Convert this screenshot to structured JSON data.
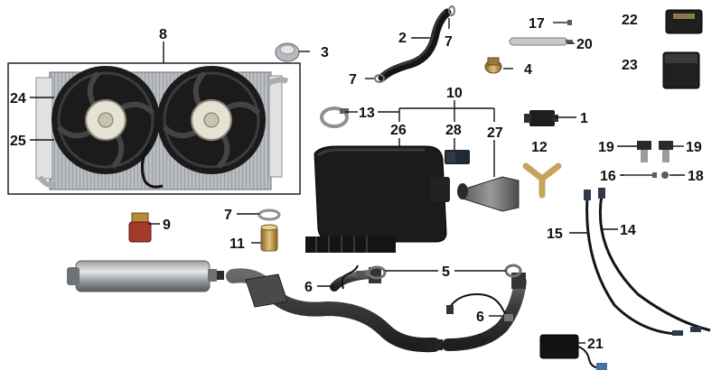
{
  "diagram": {
    "callouts": {
      "c1": "1",
      "c2": "2",
      "c3": "3",
      "c4": "4",
      "c5": "5",
      "c6a": "6",
      "c6b": "6",
      "c7a": "7",
      "c7b": "7",
      "c7c": "7",
      "c8": "8",
      "c9": "9",
      "c10": "10",
      "c11": "11",
      "c12": "12",
      "c13": "13",
      "c14": "14",
      "c15": "15",
      "c16": "16",
      "c17": "17",
      "c18": "18",
      "c19a": "19",
      "c19b": "19",
      "c20": "20",
      "c21": "21",
      "c22": "22",
      "c23": "23",
      "c24": "24",
      "c25": "25",
      "c26": "26",
      "c27": "27",
      "c28": "28"
    },
    "colors": {
      "ink": "#111111",
      "metal": "#c9ccd0",
      "dark_metal": "#3a3a3a",
      "black_plastic": "#1c1c1c",
      "brass": "#b8893a",
      "red_plug": "#a33a2a",
      "blue_connector": "#4a6fa5"
    }
  }
}
